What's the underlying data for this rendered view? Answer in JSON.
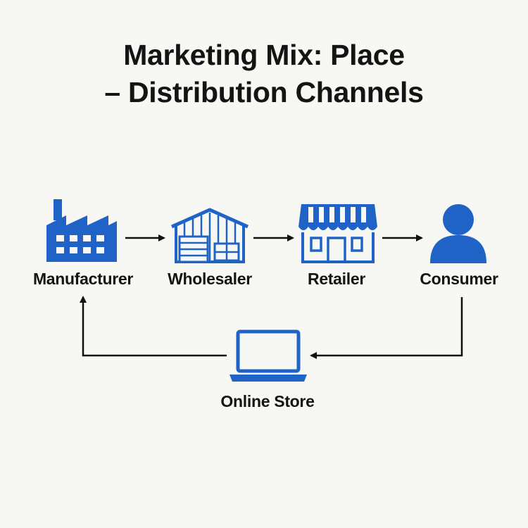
{
  "title": {
    "line1": "Marketing Mix: Place",
    "line2": "– Distribution Channels"
  },
  "nodes": [
    {
      "id": "manufacturer",
      "label": "Manufacturer",
      "icon": "factory-icon"
    },
    {
      "id": "wholesaler",
      "label": "Wholesaler",
      "icon": "warehouse-icon"
    },
    {
      "id": "retailer",
      "label": "Retailer",
      "icon": "storefront-icon"
    },
    {
      "id": "consumer",
      "label": "Consumer",
      "icon": "person-icon"
    },
    {
      "id": "online_store",
      "label": "Online Store",
      "icon": "laptop-icon"
    }
  ],
  "edges": [
    {
      "from": "manufacturer",
      "to": "wholesaler"
    },
    {
      "from": "wholesaler",
      "to": "retailer"
    },
    {
      "from": "retailer",
      "to": "consumer"
    },
    {
      "from": "online_store",
      "to": "manufacturer"
    },
    {
      "from": "consumer",
      "to": "online_store"
    }
  ],
  "colors": {
    "icon": "#1f63c6",
    "arrow": "#111111",
    "text": "#141414",
    "background": "#f7f7f4"
  }
}
